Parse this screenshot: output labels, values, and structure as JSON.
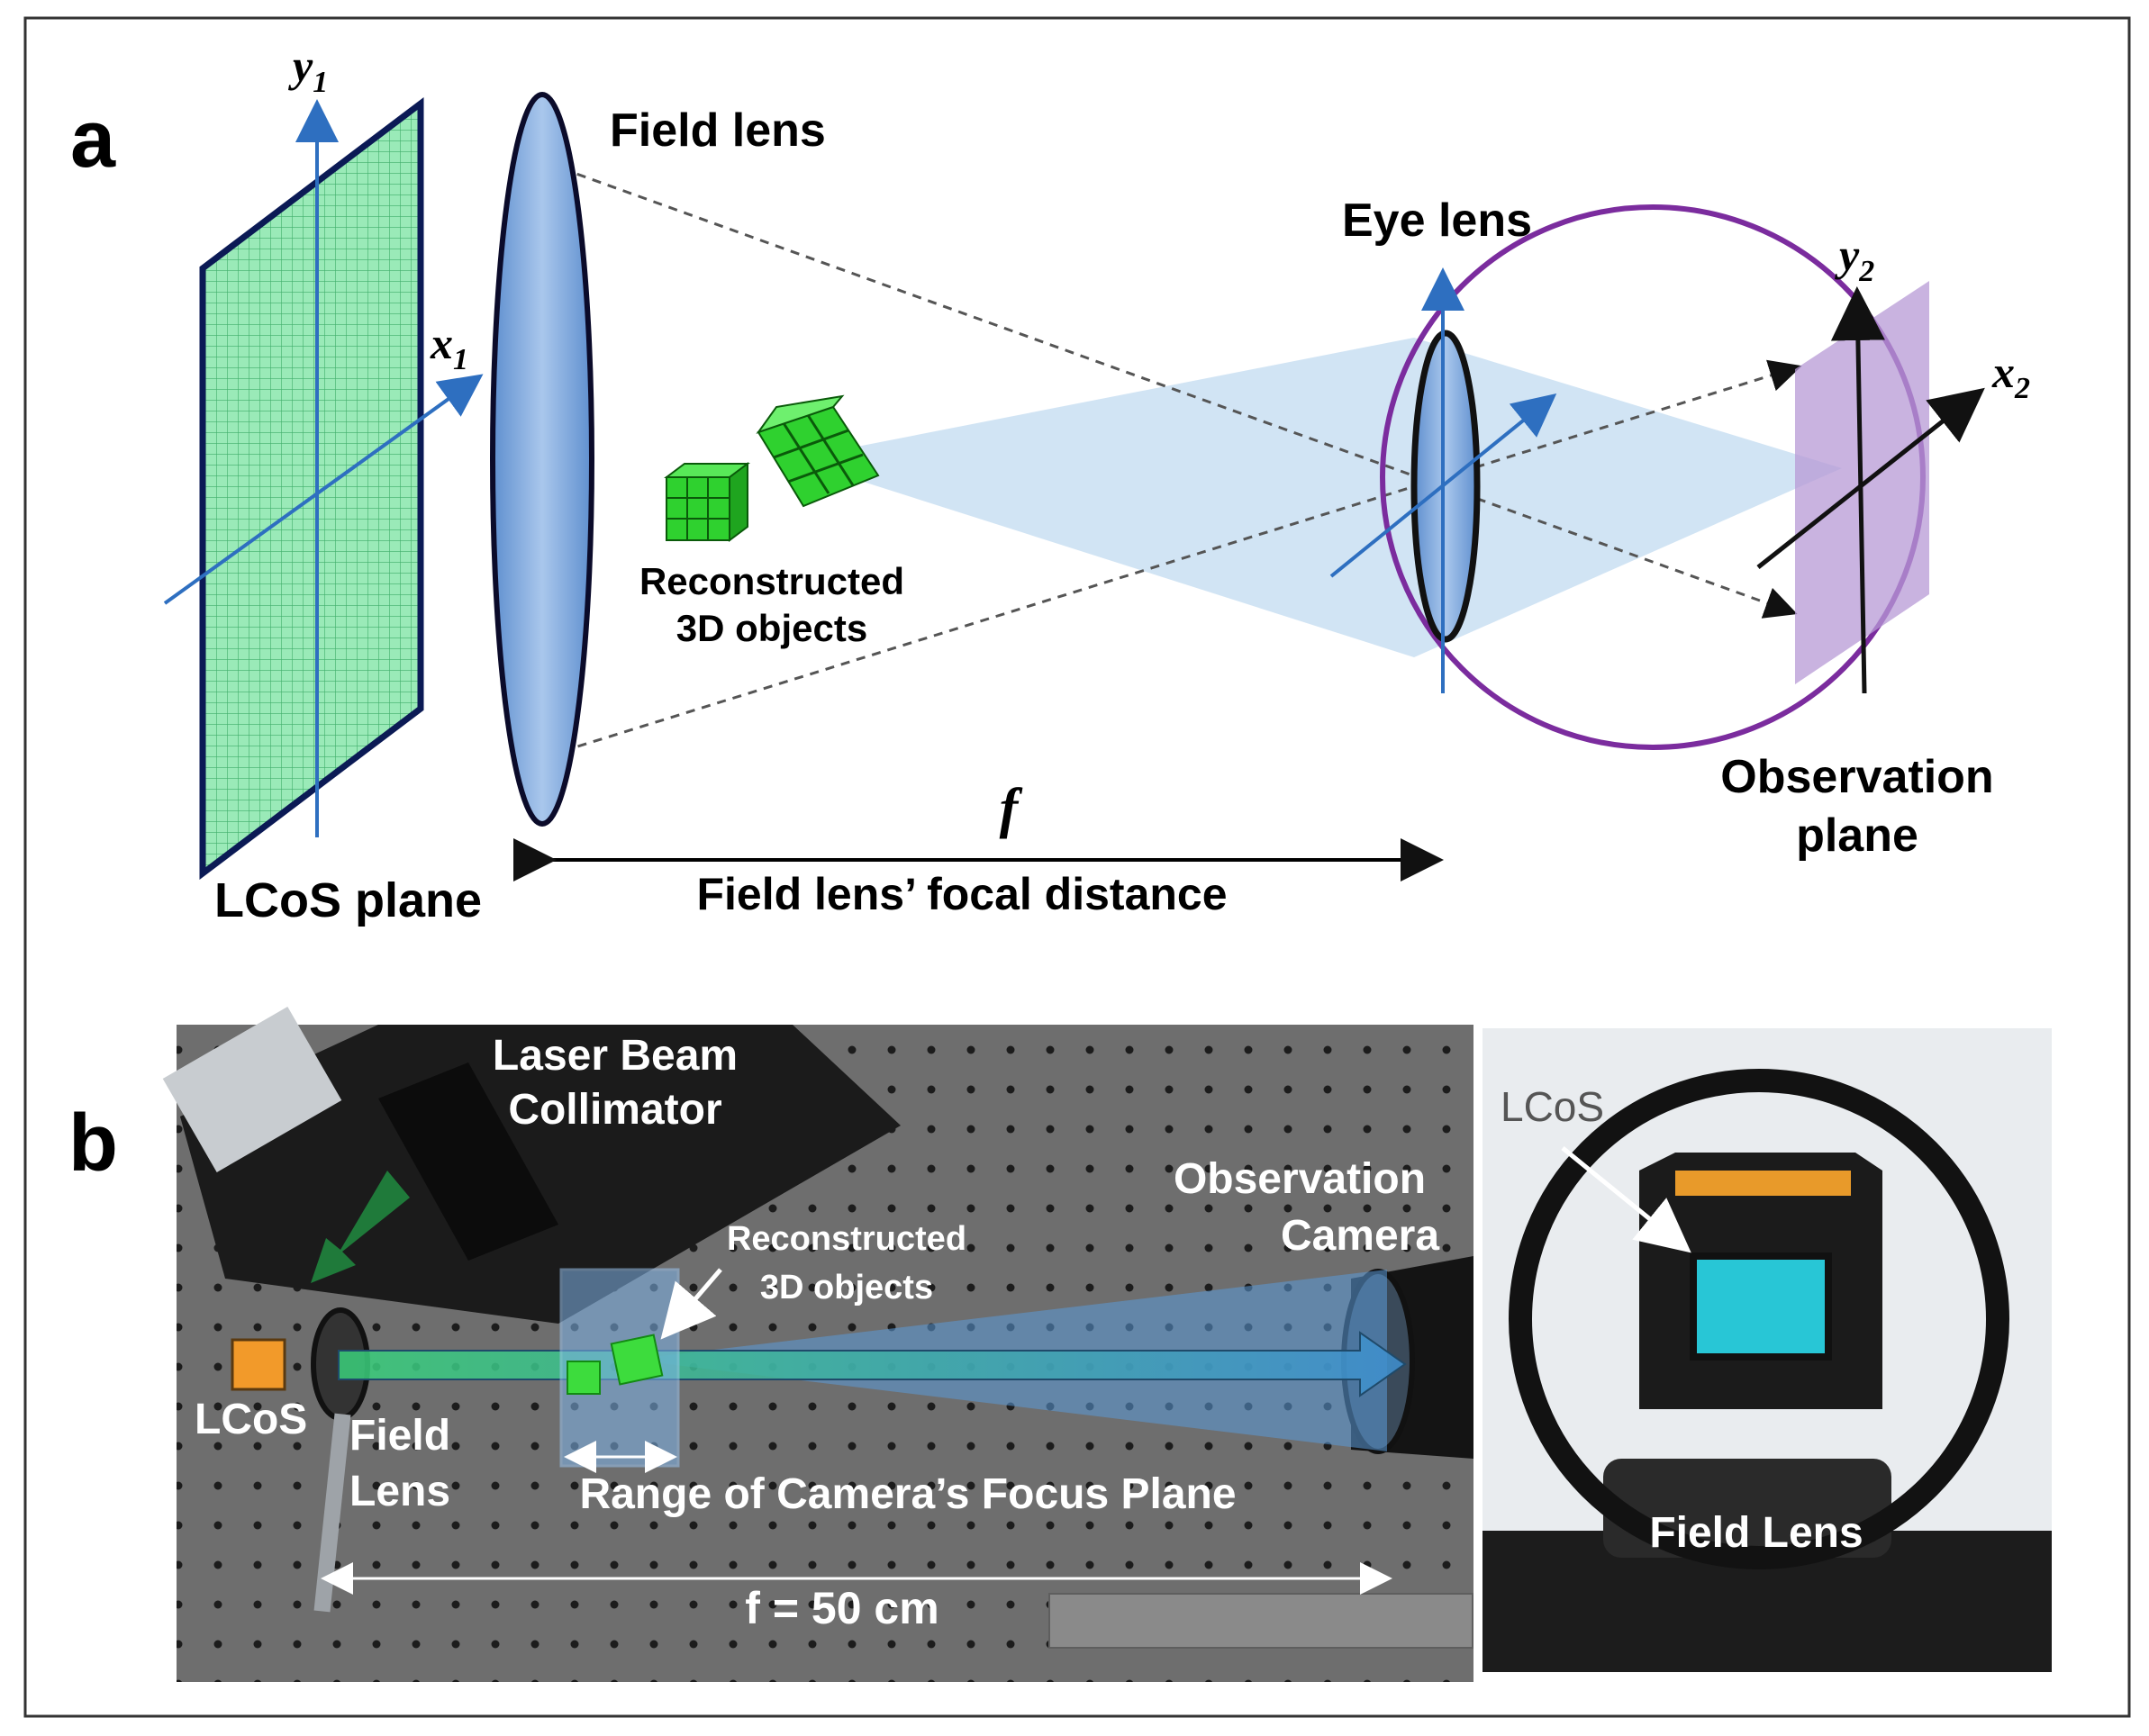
{
  "panel_a": {
    "label": "a",
    "axes": {
      "y1": "y",
      "y1_sub": "1",
      "x1": "x",
      "x1_sub": "1",
      "y2": "y",
      "y2_sub": "2",
      "x2": "x",
      "x2_sub": "2"
    },
    "field_lens": "Field lens",
    "eye_lens": "Eye lens",
    "reconstructed_line1": "Reconstructed",
    "reconstructed_line2": "3D objects",
    "observation_line1": "Observation",
    "observation_line2": "plane",
    "lcos_plane": "LCoS plane",
    "f_symbol": "f",
    "focal_distance": "Field lens’ focal distance",
    "colors": {
      "grid": "#86e3a6",
      "frame": "#0b1a55",
      "lens": "#7ea7d8",
      "beam": "#c9dff2",
      "eye": "#7b2c9e",
      "obs_plane": "#b79ad6",
      "cube": "#2fd12f",
      "axis_blue": "#2e6fc0"
    }
  },
  "panel_b": {
    "label": "b",
    "laser_line1": "Laser Beam",
    "laser_line2": "Collimator",
    "obs_cam_line1": "Observation",
    "obs_cam_line2": "Camera",
    "recon_line1": "Reconstructed",
    "recon_line2": "3D objects",
    "lcos": "LCoS",
    "field_line1": "Field",
    "field_line2": "Lens",
    "range": "Range of Camera’s Focus Plane",
    "f_equation": "f = 50 cm",
    "inset_lcos": "LCoS",
    "inset_field_lens": "Field Lens"
  }
}
